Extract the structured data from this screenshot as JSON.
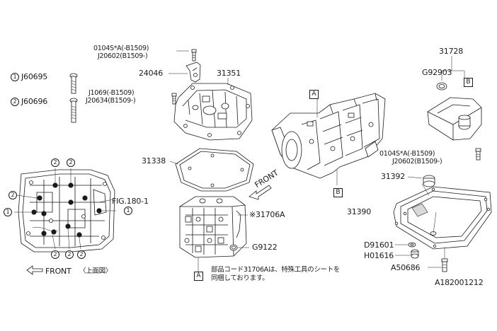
{
  "labels": {
    "bolt_top_a": "0104S*A(-B1509)",
    "bolt_top_b": "J20602(B1509-)",
    "j60695": "J60695",
    "j60696": "J60696",
    "p24046": "24046",
    "p31351": "31351",
    "j1069_a": "J1069(-B1509)",
    "j1069_b": "J20634(B1509-)",
    "p31338": "31338",
    "p31706a": "※31706A",
    "g9122": "G9122",
    "fig180": "FIG.180-1",
    "front_bottom": "FRONT",
    "top_view": "〈上面図〉",
    "front_mid": "FRONT",
    "note_line1": "部品コード31706Aは、特殊工具のシートを",
    "note_line2": "同梱しております。",
    "p31728": "31728",
    "g92903": "G92903",
    "bolt_right_a": "0104S*A(-B1509)",
    "bolt_right_b": "J20602(B1509-)",
    "p31392": "31392",
    "p31390": "31390",
    "d91601": "D91601",
    "h01616": "H01616",
    "a50686": "A50686",
    "diagram_code": "A182001212"
  },
  "refs": {
    "A": "A",
    "B": "B",
    "one": "1",
    "two": "2"
  },
  "colors": {
    "ink": "#1a1a1a",
    "background": "#ffffff"
  }
}
